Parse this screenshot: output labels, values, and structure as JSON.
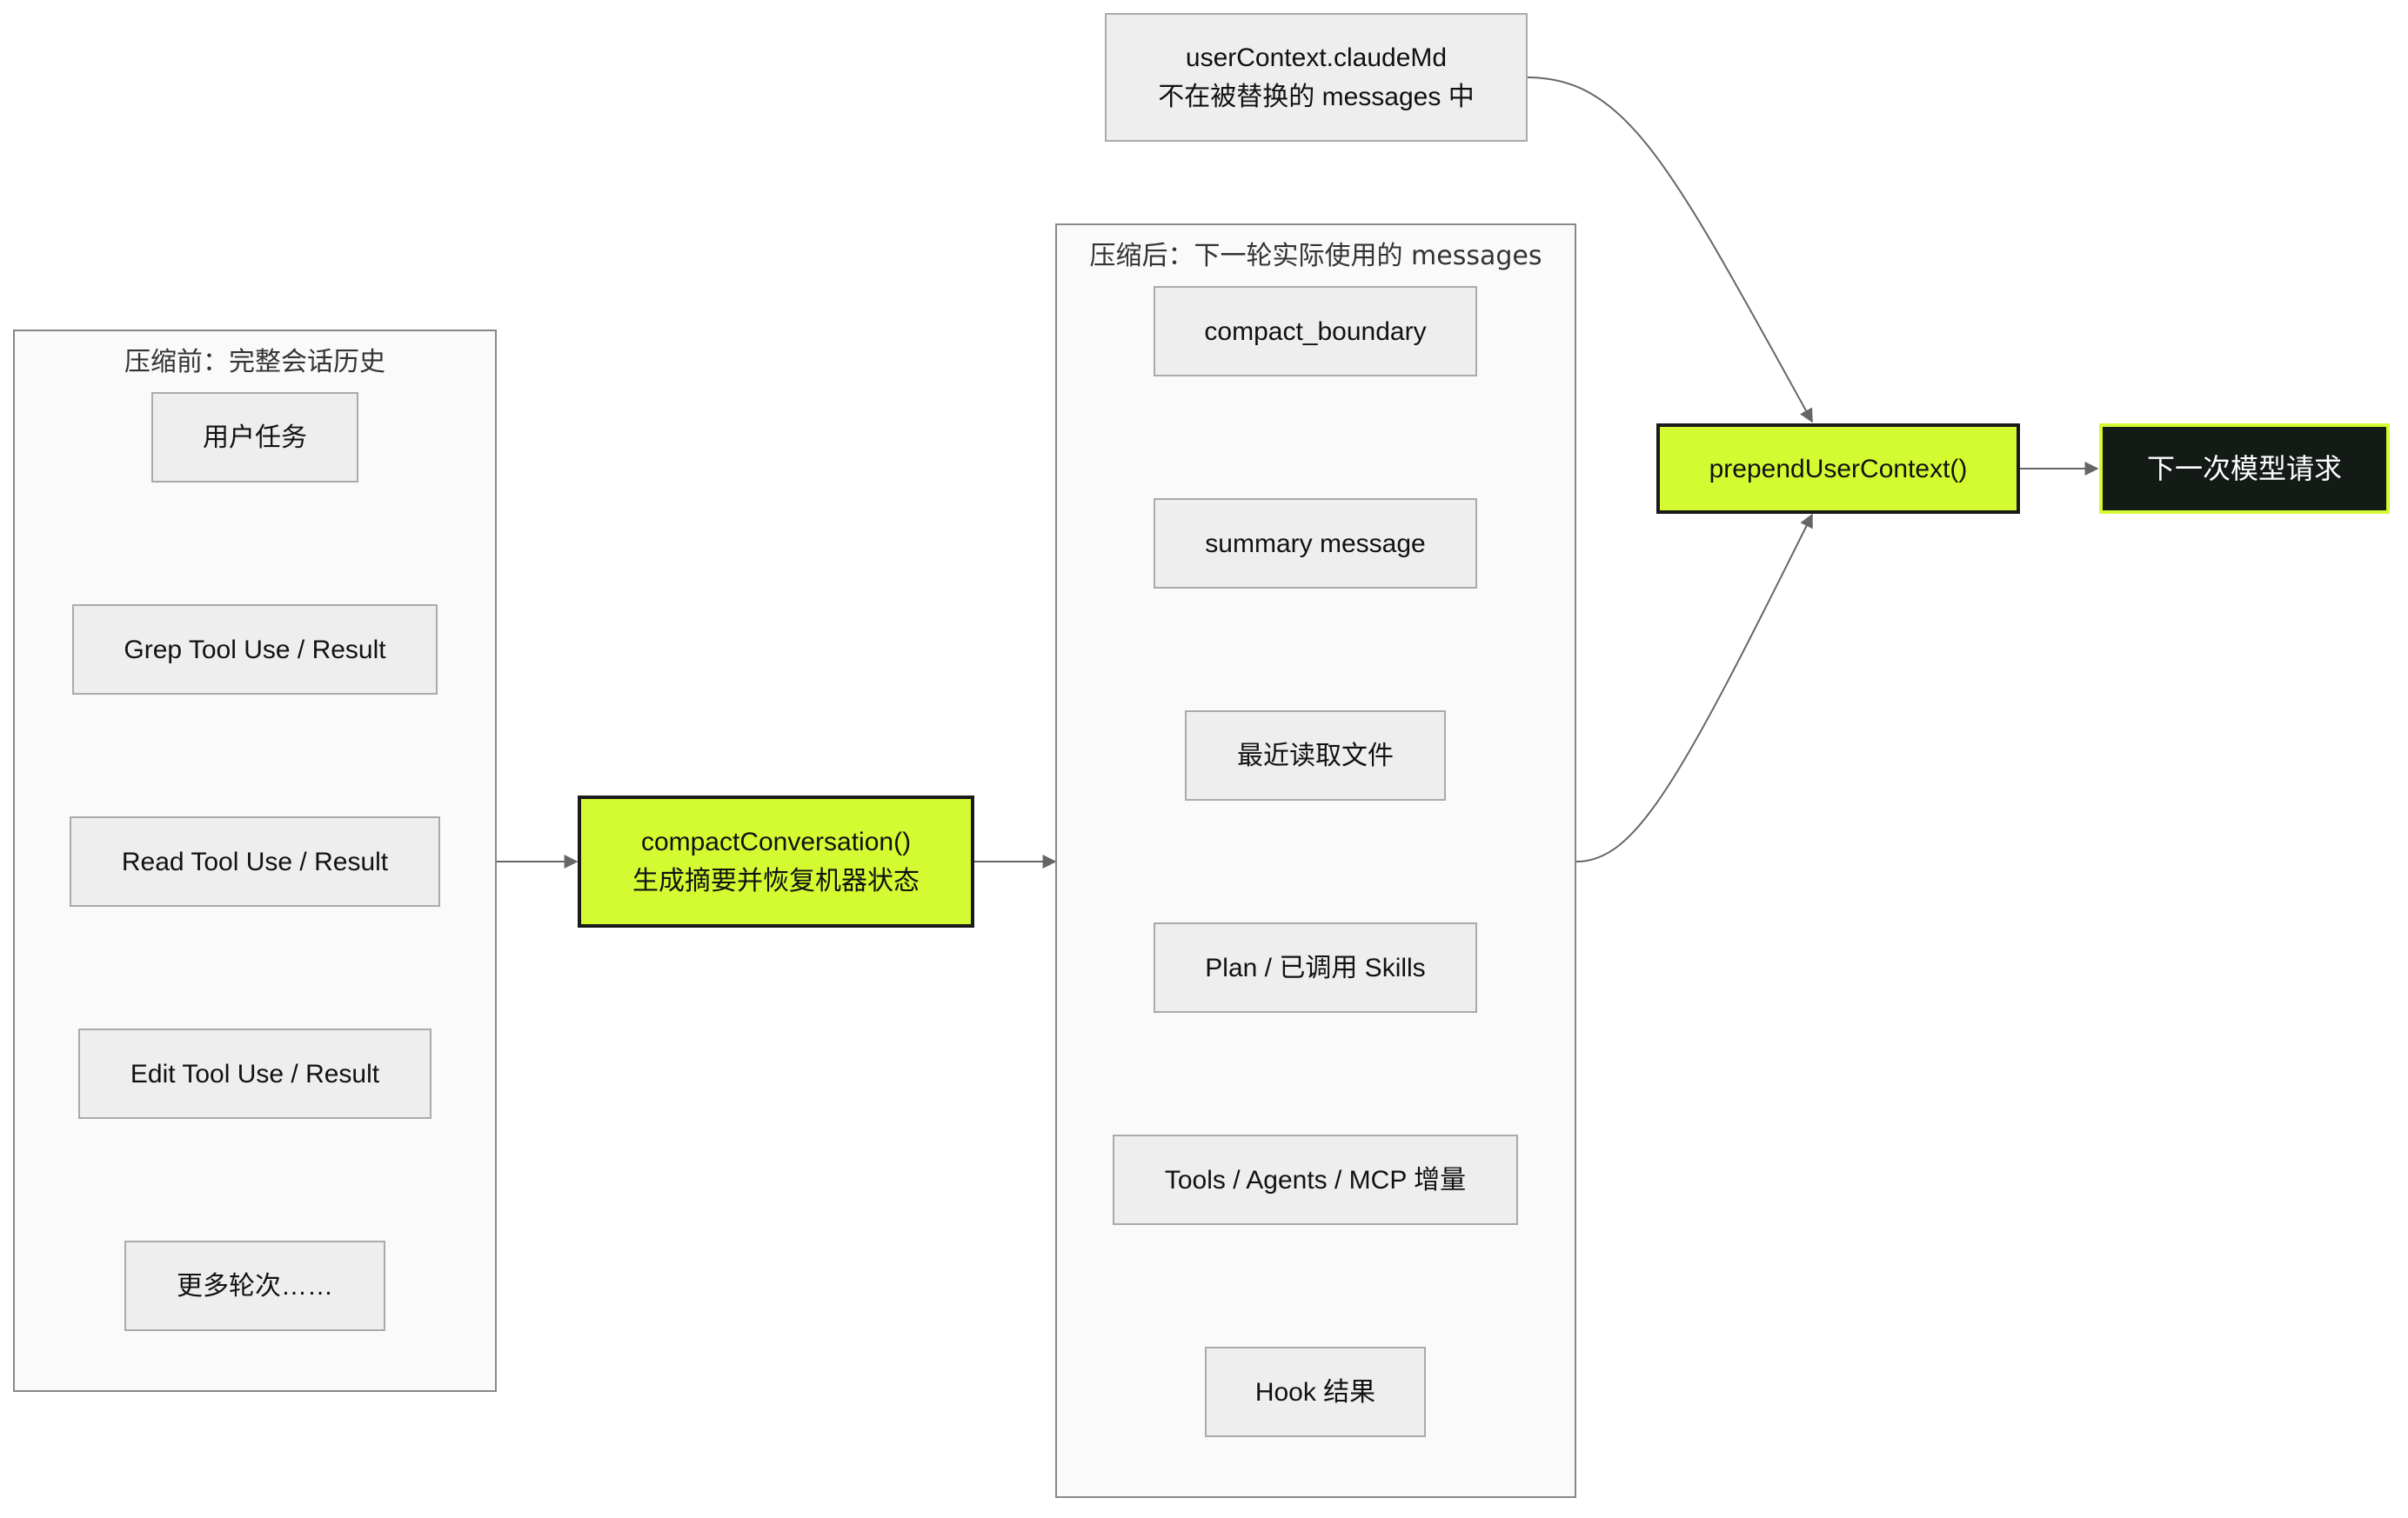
{
  "colors": {
    "accent": "#d4fa32",
    "dark_node": "#141a15",
    "node_fill": "#eeeeee",
    "group_fill": "#fafafa",
    "edge": "#666666"
  },
  "groups": {
    "before": {
      "title": "压缩前：完整会话历史",
      "nodes": [
        "用户任务",
        "Grep Tool Use / Result",
        "Read Tool Use / Result",
        "Edit Tool Use / Result",
        "更多轮次……"
      ]
    },
    "after": {
      "title": "压缩后：下一轮实际使用的 messages",
      "nodes": [
        "compact_boundary",
        "summary message",
        "最近读取文件",
        "Plan / 已调用 Skills",
        "Tools / Agents / MCP 增量",
        "Hook 结果"
      ]
    }
  },
  "compact_node": {
    "line1": "compactConversation()",
    "line2": "生成摘要并恢复机器状态"
  },
  "user_context_node": {
    "line1": "userContext.claudeMd",
    "line2": "不在被替换的 messages 中"
  },
  "prepend_node": {
    "label": "prependUserContext()"
  },
  "next_request_node": {
    "label": "下一次模型请求"
  }
}
